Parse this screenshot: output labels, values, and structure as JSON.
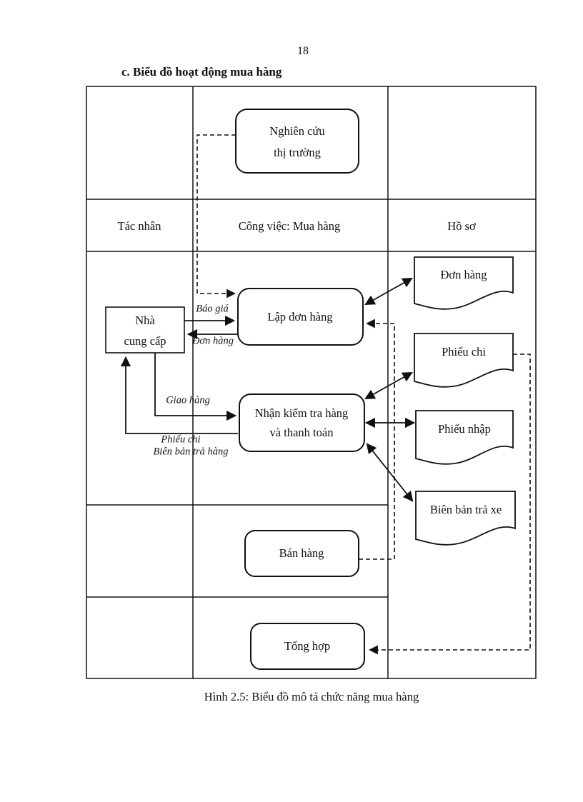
{
  "page": {
    "page_number": "18",
    "heading": "c. Biểu đồ hoạt động mua hàng",
    "caption": "Hình 2.5: Biểu đồ mô tả chức năng mua hàng"
  },
  "table": {
    "columns": [
      {
        "label": "Tác nhân"
      },
      {
        "label": "Công việc: Mua hàng"
      },
      {
        "label": "Hồ sơ"
      }
    ]
  },
  "nodes": {
    "market_research": {
      "line1": "Nghiên cứu",
      "line2": "thị trường"
    },
    "supplier": {
      "line1": "Nhà",
      "line2": "cung cấp"
    },
    "create_order": {
      "label": "Lập đơn hàng"
    },
    "receive_check": {
      "line1": "Nhận kiểm tra hàng",
      "line2": "và thanh toán"
    },
    "sales": {
      "label": "Bán hàng"
    },
    "summary": {
      "label": "Tổng hợp"
    }
  },
  "documents": [
    {
      "label": "Đơn hàng"
    },
    {
      "label": "Phiếu chi"
    },
    {
      "label": "Phiếu nhập"
    },
    {
      "label": "Biên bản trả xe"
    }
  ],
  "flow_labels": {
    "quote": "Báo giá",
    "order": "Đơn hàng",
    "delivery": "Giao hàng",
    "payment_voucher": "Phiếu chi",
    "return_record": "Biên bản trả hàng"
  },
  "colors": {
    "line": "#111111",
    "background": "#ffffff",
    "text": "#111111"
  }
}
